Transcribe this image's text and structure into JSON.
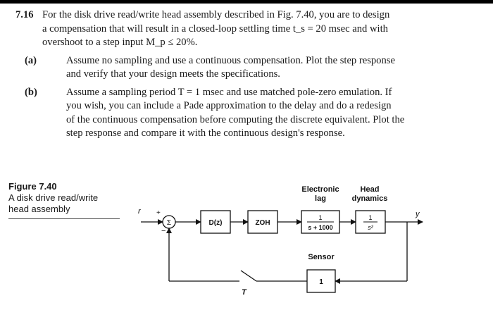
{
  "problem": {
    "number": "7.16",
    "intro_lines": [
      "For the disk drive read/write head assembly described in Fig. 7.40, you are to design",
      "a compensation that will result in a closed-loop settling time t_s = 20 msec and with",
      "overshoot to a step input M_p ≤ 20%."
    ],
    "parts": [
      {
        "label": "(a)",
        "lines": [
          "Assume no sampling and use a continuous compensation. Plot the step response",
          "and verify that your design meets the specifications."
        ]
      },
      {
        "label": "(b)",
        "lines": [
          "Assume a sampling period T = 1 msec and use matched pole-zero emulation. If",
          "you wish, you can include a Pade approximation to the delay and do a redesign",
          "of the continuous compensation before computing the discrete equivalent. Plot the",
          "step response and compare it with the continuous design's response."
        ]
      }
    ]
  },
  "figure": {
    "title": "Figure 7.40",
    "caption_lines": [
      "A disk drive read/write",
      "head assembly"
    ],
    "diagram": {
      "input": "r",
      "output": "y",
      "sum_symbol": "Σ",
      "plus_sign": "+",
      "minus_sign": "−",
      "controller": "D(z)",
      "zoh": "ZOH",
      "lag_label_1": "Electronic",
      "lag_label_2": "lag",
      "lag_num": "1",
      "lag_den": "s + 1000",
      "head_label_1": "Head",
      "head_label_2": "dynamics",
      "head_num": "1",
      "head_den": "s²",
      "sensor_label": "Sensor",
      "sensor_gain": "1",
      "sampler_label": "T"
    }
  }
}
